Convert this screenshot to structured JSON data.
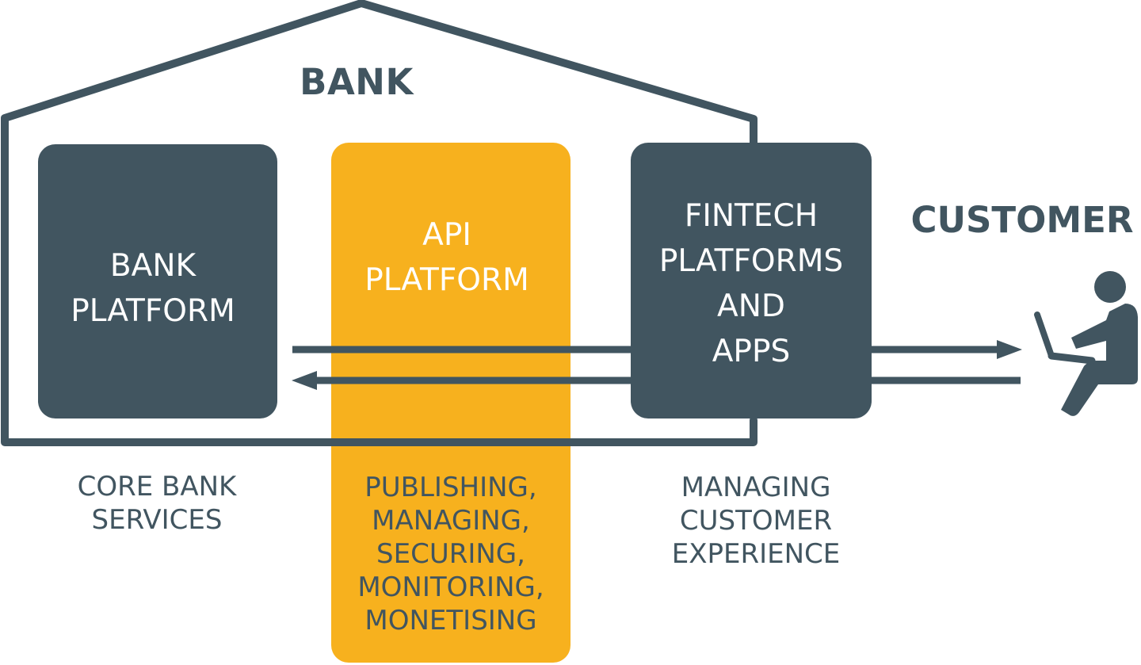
{
  "bank": {
    "title": "BANK"
  },
  "bank_platform": {
    "label": "BANK\nPLATFORM",
    "caption": "CORE BANK\nSERVICES"
  },
  "api_platform": {
    "label": "API\nPLATFORM",
    "caption": "PUBLISHING,\nMANAGING,\nSECURING,\nMONITORING,\nMONETISING"
  },
  "fintech": {
    "label": "FINTECH\nPLATFORMS\nAND\nAPPS",
    "caption": "MANAGING\nCUSTOMER\nEXPERIENCE"
  },
  "customer": {
    "title": "CUSTOMER",
    "icon": "person-with-laptop-icon"
  },
  "colors": {
    "slate": "#415560",
    "amber": "#F7B11E",
    "white": "#ffffff"
  }
}
